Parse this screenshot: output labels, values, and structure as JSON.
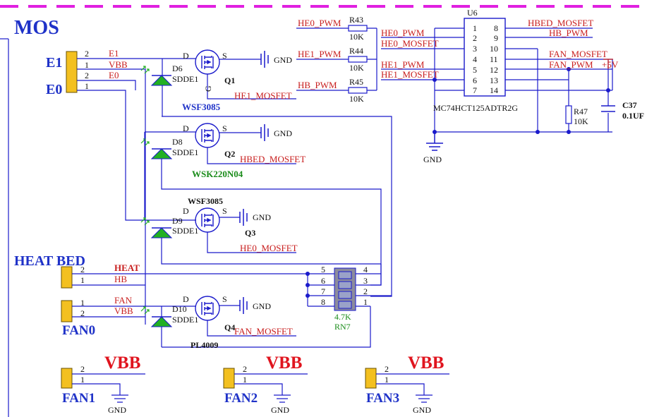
{
  "title": "MOS",
  "colors": {
    "wire": "#1a1acb",
    "net_label": "#c81e1e",
    "connector_label": "#1f32c8",
    "power_label": "#e0141e",
    "diode": "#22b022",
    "border_dash": "#e020e0"
  },
  "connectors": {
    "e1": "E1",
    "e0": "E0",
    "heat_bed": "HEAT BED",
    "fan0": "FAN0",
    "fan1": "FAN1",
    "fan2": "FAN2",
    "fan3": "FAN3"
  },
  "pins": {
    "p1": "1",
    "p2": "2",
    "p3": "3",
    "p4": "4",
    "p5": "5",
    "p6": "6",
    "p7": "7",
    "p8": "8",
    "p9": "9",
    "p10": "10",
    "p11": "11",
    "p12": "12",
    "p13": "13",
    "p14": "14"
  },
  "nets": {
    "e1": "E1",
    "vbb": "VBB",
    "e0": "E0",
    "heat": "HEAT",
    "hb": "HB",
    "fan": "FAN",
    "gnd": "GND",
    "he0_pwm": "HE0_PWM",
    "he1_pwm": "HE1_PWM",
    "hb_pwm": "HB_PWM",
    "he0_mosfet": "HE0_MOSFET",
    "he1_mosfet": "HE1_MOSFET",
    "hbed_mosfet": "HBED_MOSFET",
    "fan_mosfet": "FAN_MOSFET",
    "fan_pwm": "FAN_PWM",
    "plus5v": "+5V"
  },
  "power_labels": {
    "vbb1": "VBB",
    "vbb2": "VBB",
    "vbb3": "VBB"
  },
  "mosfet_pins": {
    "d": "D",
    "s": "S",
    "g": "G"
  },
  "mosfets": [
    {
      "ref": "Q1",
      "part": "WSF3085",
      "diode_ref": "D6",
      "diode_part": "SDDE1"
    },
    {
      "ref": "Q2",
      "part": "WSK220N04",
      "diode_ref": "D8",
      "diode_part": "SDDE1"
    },
    {
      "ref": "Q3",
      "part": "WSF3085",
      "diode_ref": "D9",
      "diode_part": "SDDE1"
    },
    {
      "ref": "Q4",
      "part": "PL4009",
      "diode_ref": "D10",
      "diode_part": "SDDE1"
    }
  ],
  "resistors": [
    {
      "ref": "R43",
      "value": "10K"
    },
    {
      "ref": "R44",
      "value": "10K"
    },
    {
      "ref": "R45",
      "value": "10K"
    },
    {
      "ref": "R47",
      "value": "10K"
    }
  ],
  "ic": {
    "ref": "U6",
    "part": "MC74HCT125ADTR2G"
  },
  "capacitor": {
    "ref": "C37",
    "value": "0.1UF"
  },
  "resistor_network": {
    "ref": "RN7",
    "value": "4.7K"
  }
}
